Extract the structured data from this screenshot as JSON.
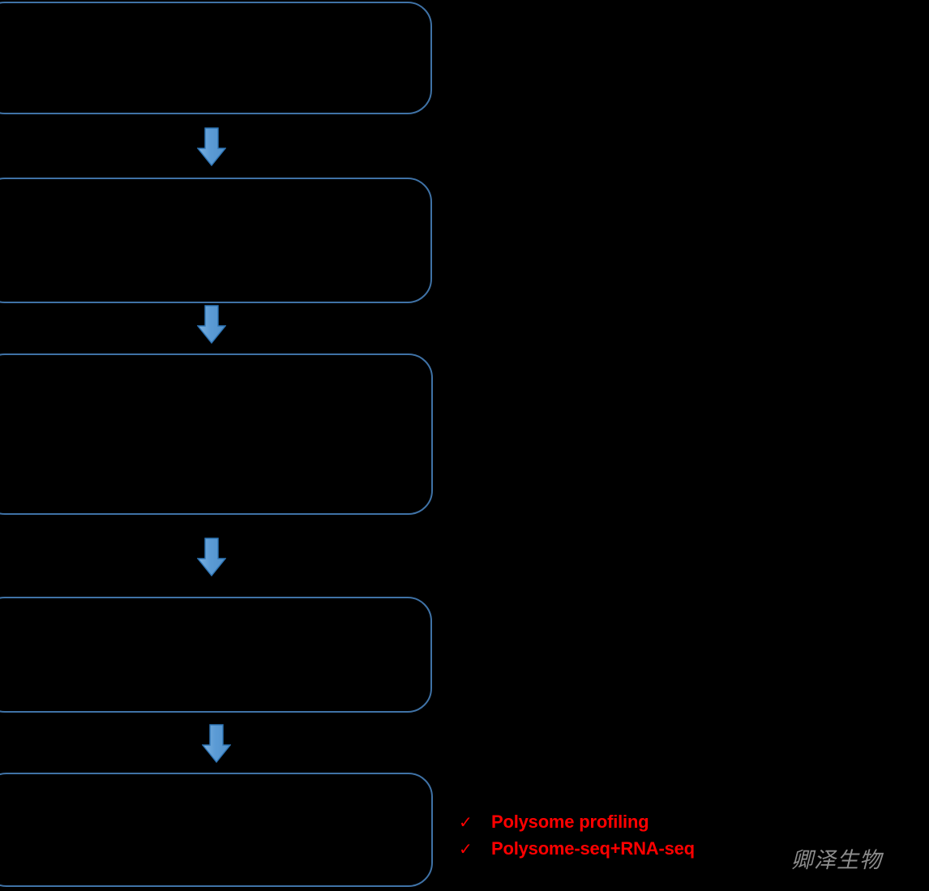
{
  "diagram": {
    "title": "Polysome workflow flowchart",
    "background_color": "#000000",
    "box_border_color": "#3F72A6",
    "arrow_fill_color": "#5B9BD5",
    "arrow_border_color": "#2E75B6",
    "boxes": [
      {
        "id": "step-1",
        "label": ""
      },
      {
        "id": "step-2",
        "label": ""
      },
      {
        "id": "step-3",
        "label": ""
      },
      {
        "id": "step-4",
        "label": ""
      },
      {
        "id": "step-5",
        "label": ""
      }
    ],
    "connectors": [
      {
        "id": "arrow-1",
        "icon": "arrow-down-icon"
      },
      {
        "id": "arrow-2",
        "icon": "arrow-down-icon"
      },
      {
        "id": "arrow-3",
        "icon": "arrow-down-icon"
      },
      {
        "id": "arrow-4",
        "icon": "arrow-down-icon"
      }
    ]
  },
  "annotations": {
    "text_color": "#FF0000",
    "bullet_glyph": "✓",
    "items": [
      {
        "label": "Polysome profiling"
      },
      {
        "label": "Polysome-seq+RNA-seq"
      }
    ]
  },
  "watermark": {
    "text": "卿泽生物",
    "color": "#8C8C8C"
  }
}
